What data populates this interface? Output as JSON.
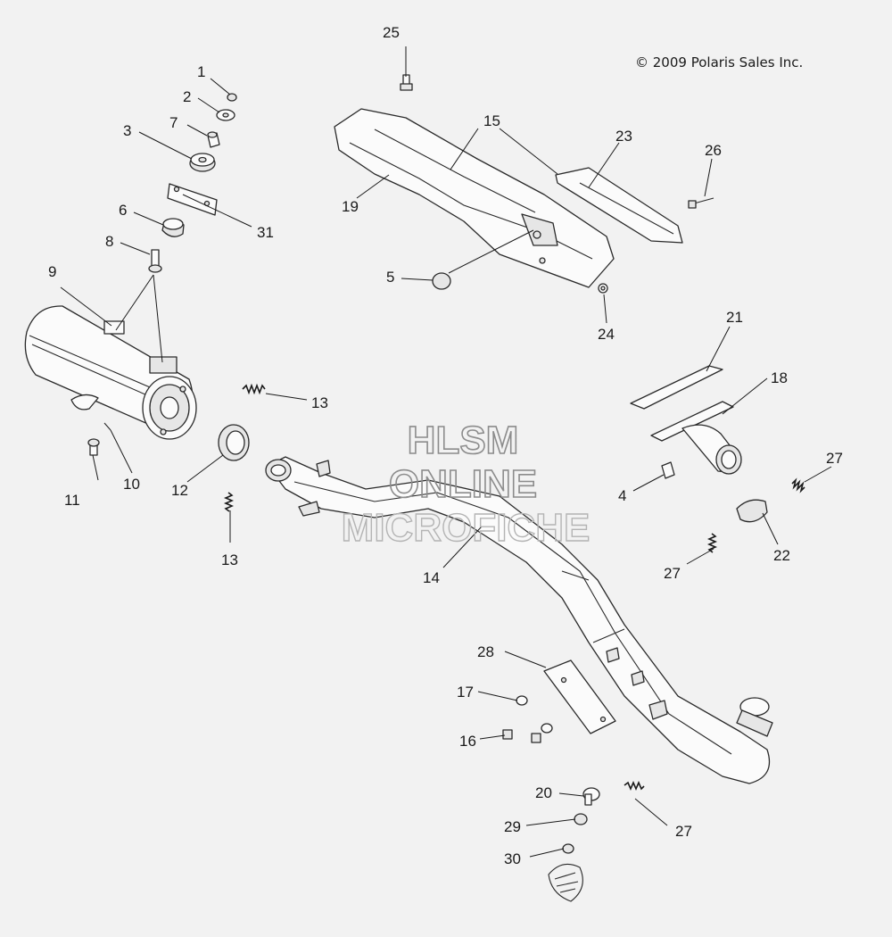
{
  "copyright": "© 2009 Polaris Sales Inc.",
  "watermark": {
    "line1": "HLSM",
    "line2": "ONLINE",
    "line3": "MICROFICHE"
  },
  "callouts": {
    "c1": "1",
    "c2": "2",
    "c3": "3",
    "c4": "4",
    "c5": "5",
    "c6": "6",
    "c7": "7",
    "c8": "8",
    "c9": "9",
    "c10": "10",
    "c11": "11",
    "c12": "12",
    "c13a": "13",
    "c13b": "13",
    "c14": "14",
    "c15": "15",
    "c16": "16",
    "c17": "17",
    "c18": "18",
    "c19": "19",
    "c20": "20",
    "c21": "21",
    "c22": "22",
    "c23": "23",
    "c24": "24",
    "c25": "25",
    "c26": "26",
    "c27a": "27",
    "c27b": "27",
    "c27c": "27",
    "c28": "28",
    "c29": "29",
    "c30": "30",
    "c31": "31"
  }
}
